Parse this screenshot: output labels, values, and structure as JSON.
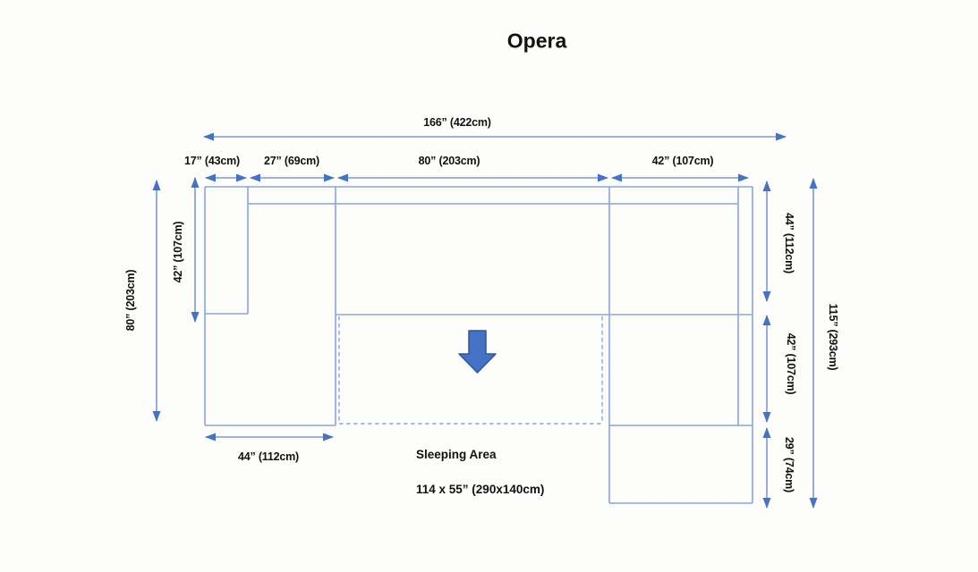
{
  "title": "Opera",
  "colors": {
    "line": "#8AA4DC",
    "dimline": "#7D99D6",
    "accent": "#4472C4",
    "accentDark": "#2F5597",
    "text": "#111111",
    "bg": "#fdfdfb"
  },
  "dimensions": {
    "overall_width": "166” (422cm)",
    "top_seg_1": "17” (43cm)",
    "top_seg_2": "27” (69cm)",
    "top_seg_3": "80” (203cm)",
    "top_seg_4": "42” (107cm)",
    "left_inner_height": "42” (107cm)",
    "left_outer_height": "80” (203cm)",
    "right_seg_1": "44” (112cm)",
    "right_seg_2": "42” (107cm)",
    "right_seg_3": "29” (74cm)",
    "right_overall_height": "115” (293cm)",
    "chaise_width": "44” (112cm)"
  },
  "sleeping_area": {
    "label": "Sleeping Area",
    "size": "114 x 55” (290x140cm)"
  }
}
